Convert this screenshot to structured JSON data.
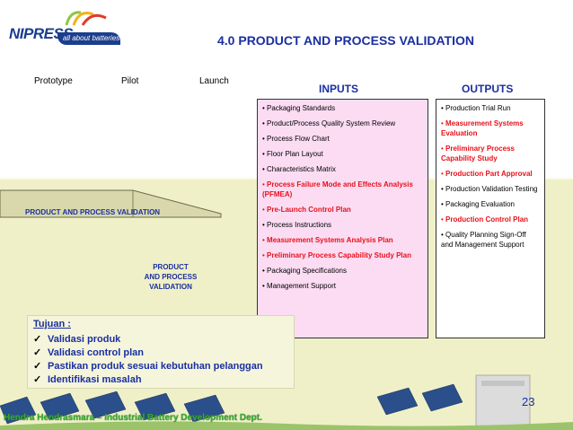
{
  "logo": {
    "brand": "NIPRESS",
    "tagline": "all about batteries"
  },
  "title": "4.0 PRODUCT AND PROCESS VALIDATION",
  "stages": [
    "Prototype",
    "Pilot",
    "Launch"
  ],
  "arrow_label": "PRODUCT AND PROCESS VALIDATION",
  "phase_label": [
    "PRODUCT",
    "AND PROCESS",
    "VALIDATION"
  ],
  "inputs": {
    "heading": "INPUTS",
    "items": [
      {
        "text": "Packaging Standards",
        "highlight": false
      },
      {
        "text": "Product/Process Quality System Review",
        "highlight": false
      },
      {
        "text": "Process Flow Chart",
        "highlight": false
      },
      {
        "text": "Floor Plan Layout",
        "highlight": false
      },
      {
        "text": "Characteristics Matrix",
        "highlight": false
      },
      {
        "text": "Process Failure Mode and Effects Analysis (PFMEA)",
        "highlight": true
      },
      {
        "text": "Pre-Launch Control Plan",
        "highlight": true
      },
      {
        "text": "Process Instructions",
        "highlight": false
      },
      {
        "text": "Measurement Systems Analysis Plan",
        "highlight": true
      },
      {
        "text": "Preliminary Process Capability Study Plan",
        "highlight": true
      },
      {
        "text": "Packaging Specifications",
        "highlight": false
      },
      {
        "text": "Management Support",
        "highlight": false
      }
    ]
  },
  "outputs": {
    "heading": "OUTPUTS",
    "items": [
      {
        "text": "Production Trial Run",
        "highlight": false
      },
      {
        "text": "Measurement Systems Evaluation",
        "highlight": true
      },
      {
        "text": "Preliminary Process Capability Study",
        "highlight": true
      },
      {
        "text": "Production Part Approval",
        "highlight": true
      },
      {
        "text": "Production Validation Testing",
        "highlight": false
      },
      {
        "text": "Packaging Evaluation",
        "highlight": false
      },
      {
        "text": "Production Control Plan",
        "highlight": true
      },
      {
        "text": "Quality Planning Sign-Off and Management Support",
        "highlight": false
      }
    ]
  },
  "goals": {
    "title": "Tujuan :",
    "items": [
      "Validasi produk",
      "Validasi control plan",
      "Pastikan produk sesuai kebutuhan pelanggan",
      "Identifikasi masalah"
    ]
  },
  "page_number": "23",
  "footer": "Hendra Hendrasmara – Industrial Battery Development Dept.",
  "colors": {
    "title_blue": "#1a2fa0",
    "highlight_red": "#e8101a",
    "inputs_bg": "#fbdcf3",
    "footer_green": "#3aa832"
  }
}
